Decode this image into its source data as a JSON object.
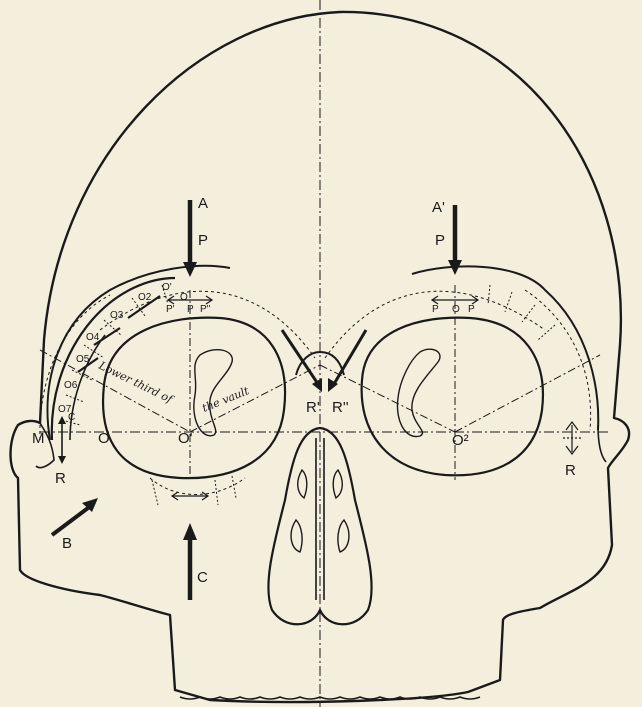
{
  "labels": {
    "A": "A",
    "A_prime": "A'",
    "P_left": "P",
    "P_right": "P",
    "B": "B",
    "C_bottom": "C",
    "C_small": "C",
    "M": "M",
    "O": "O",
    "O1": "O'",
    "O2": "O²",
    "R_left": "R",
    "R_right": "R",
    "R_prime": "R'",
    "R_dprime": "R''",
    "P1_small": "P'",
    "P_center_small": "P",
    "P2_small": "P''",
    "O_small_left": "O",
    "O_small_right": "O",
    "P_small_r1": "P",
    "P_small_r2": "P",
    "lower_third": "Lower third of",
    "the_vault": "the vault",
    "arc_O1": "O'",
    "arc_O2": "O2",
    "arc_O3": "O3",
    "arc_O4": "O4",
    "arc_O5": "O5",
    "arc_O6": "O6",
    "arc_O7": "O7"
  },
  "colors": {
    "paper": "#f3efdc",
    "ink": "#1a1a1a"
  }
}
